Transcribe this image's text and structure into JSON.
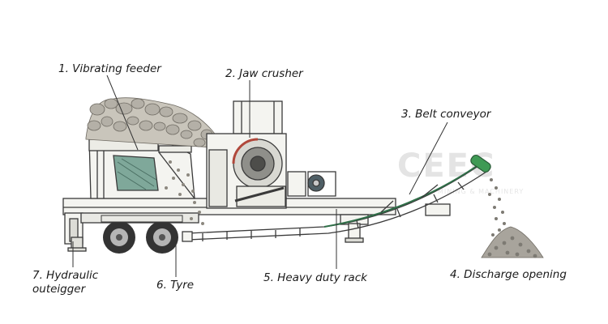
{
  "watermark": {
    "text": "CEEC",
    "subtext": "MINING & MACHINERY"
  },
  "labels": {
    "vibrating_feeder": "1. Vibrating feeder",
    "jaw_crusher": "2. Jaw crusher",
    "belt_conveyor": "3. Belt conveyor",
    "discharge_opening": "4. Discharge opening",
    "heavy_duty_rack": "5. Heavy duty rack",
    "tyre": "6. Tyre",
    "hydraulic_outrigger_line1": "7. Hydraulic",
    "hydraulic_outrigger_line2": "outeigger"
  },
  "colors": {
    "line": "#3a3a3a",
    "frame": "#f4f4f0",
    "rock": "#a9a59c",
    "rock_dark": "#6f6b63",
    "feeder_screen": "#7fa89a",
    "conveyor_belt": "#2f6f48",
    "discharge_tip": "#3f9a55",
    "tyre": "#333333",
    "rim": "#b5b5b5",
    "watermark": "#e4e4e4"
  }
}
